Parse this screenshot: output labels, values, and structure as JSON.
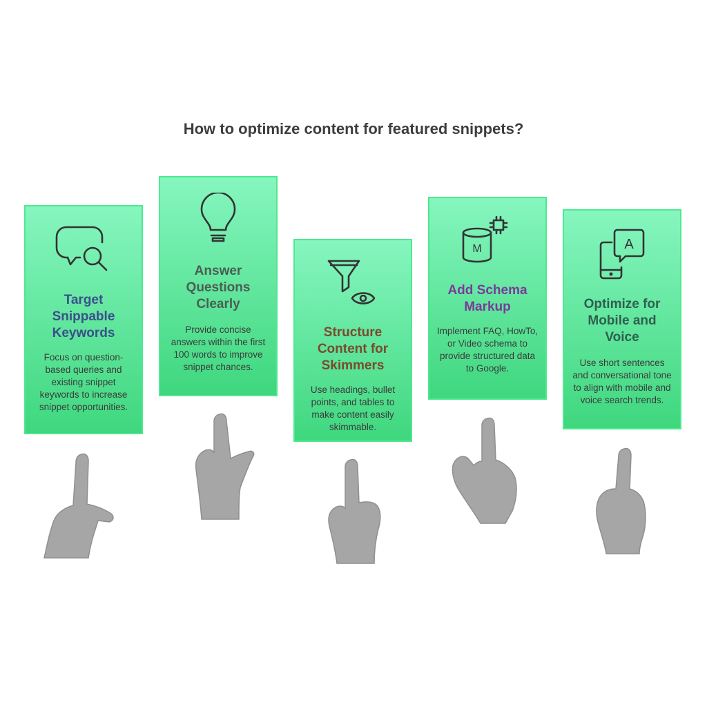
{
  "title": "How to optimize content for featured snippets?",
  "cards": [
    {
      "heading": "Target Snippable Keywords",
      "description": "Focus on question-based queries and existing snippet keywords to increase snippet opportunities.",
      "icon": "speech-bubble-search-icon",
      "heading_color": "#3b4f8c"
    },
    {
      "heading": "Answer Questions Clearly",
      "description": "Provide concise answers within the first 100 words to improve snippet chances.",
      "icon": "lightbulb-icon",
      "heading_color": "#4b5e52"
    },
    {
      "heading": "Structure Content for Skimmers",
      "description": "Use headings, bullet points, and tables to make content easily skimmable.",
      "icon": "funnel-eye-icon",
      "heading_color": "#7a4a2c"
    },
    {
      "heading": "Add Schema Markup",
      "description": "Implement FAQ, HowTo, or Video schema to provide structured data to Google.",
      "icon": "database-chip-icon",
      "icon_letter": "M",
      "heading_color": "#7a3a9a"
    },
    {
      "heading": "Optimize for Mobile and Voice",
      "description": "Use short sentences and conversational tone to align with mobile and voice search trends.",
      "icon": "phone-speech-icon",
      "icon_letter": "A",
      "heading_color": "#2f5f4e"
    }
  ],
  "colors": {
    "card_top": "#86f6bf",
    "card_bottom": "#3fd77e",
    "hand": "#a6a6a6",
    "title": "#3d3d3d"
  }
}
